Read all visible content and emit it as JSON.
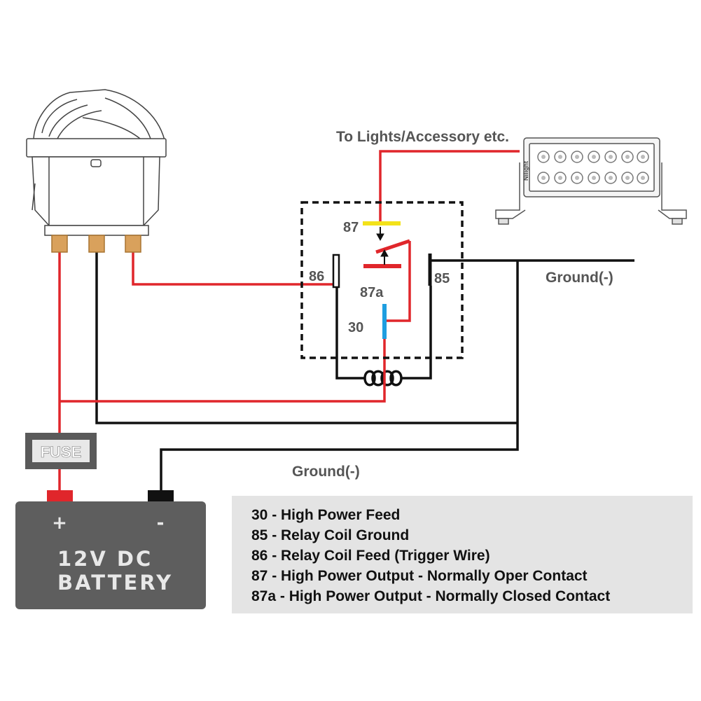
{
  "colors": {
    "wire_red": "#e0262b",
    "wire_black": "#111111",
    "terminal_87": "#f3e21a",
    "terminal_30": "#1e9ee0",
    "battery_body": "#5e5e5e",
    "fuse_body": "#5a5a5a",
    "switch_terminal": "#d9a15c",
    "legend_bg": "#e4e4e4"
  },
  "labels": {
    "accessory": "To Lights/Accessory etc.",
    "ground_right": "Ground(-)",
    "ground_bottom": "Ground(-)",
    "fuse": "FUSE",
    "battery_line1": "12V DC",
    "battery_line2": "BATTERY",
    "battery_plus": "+",
    "battery_minus": "-",
    "lightbar_brand": "Nilight"
  },
  "terminals": {
    "t87": "87",
    "t86": "86",
    "t87a": "87a",
    "t85": "85",
    "t30": "30"
  },
  "legend": [
    "30 - High Power Feed",
    "85 - Relay Coil Ground",
    "86 - Relay Coil Feed (Trigger Wire)",
    "87 - High Power Output - Normally Oper Contact",
    "87a - High Power Output - Normally Closed Contact"
  ],
  "icons": {
    "switch": "rocker-switch-icon",
    "lightbar": "led-light-bar-icon",
    "battery": "battery-icon",
    "fuse": "fuse-icon",
    "relay_coil": "coil-icon"
  }
}
